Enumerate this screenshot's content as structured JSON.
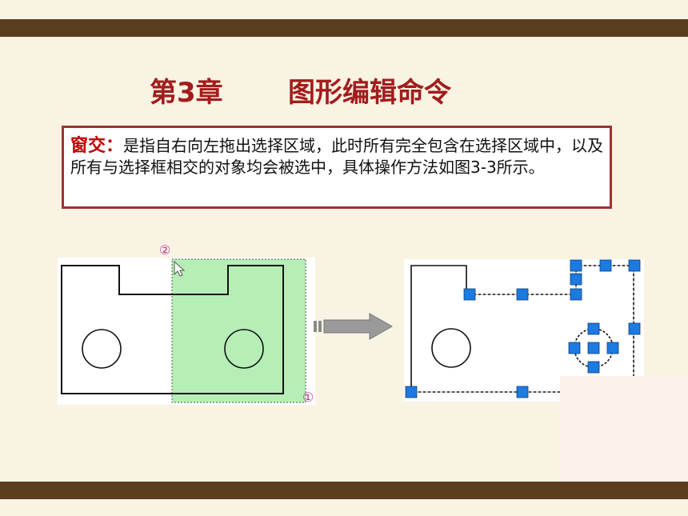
{
  "title": {
    "chapter": "第3章",
    "name": "图形编辑命令"
  },
  "definition": {
    "term": "窗交：",
    "text": "是指自右向左拖出选择区域，此时所有完全包含在选择区域中，以及所有与选择框相交的对象均会被选中，具体操作方法如图3-3所示。"
  },
  "figure": {
    "label_start": "①",
    "label_end": "②"
  },
  "colors": {
    "bar": "#5a3e1f",
    "title": "#a31c1c",
    "box_border": "#9b3333",
    "selection_fill": "#b6efb6",
    "grip": "#1c7ae0"
  }
}
